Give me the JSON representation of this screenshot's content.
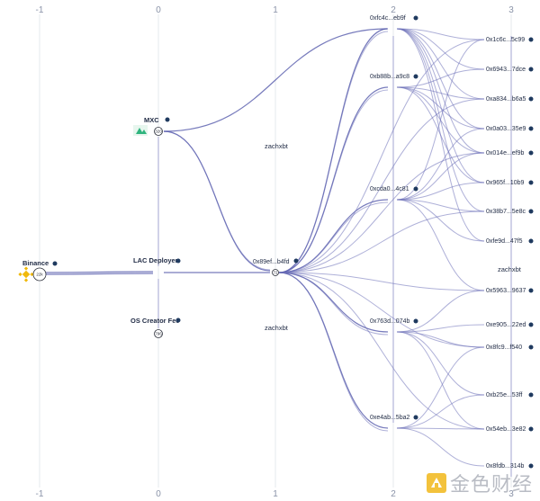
{
  "axis": {
    "top": [
      "-1",
      "0",
      "1",
      "2",
      "3"
    ],
    "bottom": [
      "-1",
      "0",
      "1",
      "2",
      "3"
    ]
  },
  "nodes": {
    "binance": {
      "label": "Binance",
      "badge": "22k"
    },
    "mxc": {
      "label": "MXC",
      "badge": "320"
    },
    "lac_deployer": {
      "label": "LAC Deployer"
    },
    "os_creator_fee": {
      "label": "OS Creator Fee",
      "badge": "796"
    },
    "hub": {
      "label": "0x89ef...b4fd",
      "badge": "72"
    },
    "c2": [
      "0xfc4c...eb9f",
      "0xb88b...a9c8",
      "0xcda0...4c81",
      "0x763d...074b",
      "0xe4ab...5ba2"
    ],
    "c3": [
      "0x1c6c...5c99",
      "0x6943...7dce",
      "0xa834...b6a5",
      "0x0a03...35e9",
      "0x014e...ef9b",
      "0x965f...10b9",
      "0x38b7...5e8c",
      "0xfe9d...47f5",
      "0x5963...9637",
      "0xe905...22ed",
      "0x8fc9...f540",
      "0xb25e...53ff",
      "0x54eb...3e82",
      "0x8fdb...314b"
    ]
  },
  "cluster_labels": [
    "zachxbt",
    "zachxbt",
    "zachxbt"
  ],
  "watermark": {
    "text": "金色财经"
  },
  "colors": {
    "edge": "#6b6fb8",
    "dot": "#1f3a5f",
    "binance": "#f0b90b",
    "mxc": "#2fb47e"
  }
}
